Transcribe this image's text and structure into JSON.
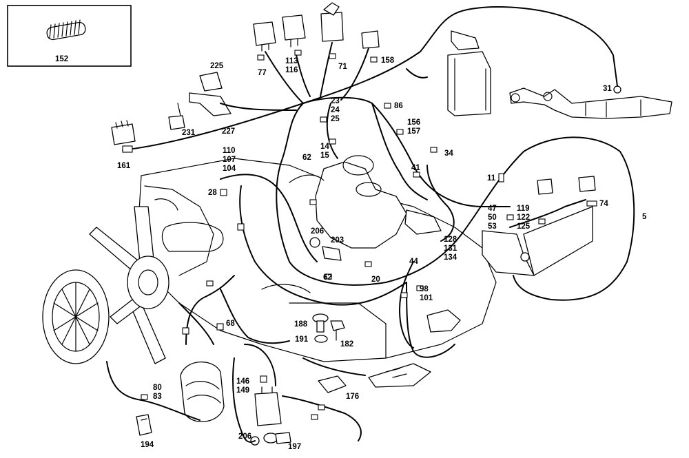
{
  "callouts": {
    "c152": "152",
    "c225": "225",
    "c77": "77",
    "c113": "113",
    "c116": "116",
    "c71": "71",
    "c158": "158",
    "c31": "31",
    "c23": "23",
    "c24": "24",
    "c25": "25",
    "c86": "86",
    "c231": "231",
    "c227": "227",
    "c161": "161",
    "c110": "110",
    "c107": "107",
    "c104": "104",
    "c14": "14",
    "c15": "15",
    "c62a": "62",
    "c156": "156",
    "c157": "157",
    "c34": "34",
    "c41": "41",
    "c11": "11",
    "c28": "28",
    "c74": "74",
    "c5": "5",
    "c47": "47",
    "c50": "50",
    "c53": "53",
    "c119": "119",
    "c122": "122",
    "c125": "125",
    "c206a": "206",
    "c203": "203",
    "c128": "128",
    "c131": "131",
    "c134": "134",
    "c62b": "62",
    "c44": "44",
    "c20": "20",
    "c98": "98",
    "c101": "101",
    "c68": "68",
    "c188": "188",
    "c191": "191",
    "c182": "182",
    "c146": "146",
    "c149": "149",
    "c176": "176",
    "c80": "80",
    "c83": "83",
    "c194": "194",
    "c206b": "206",
    "c197": "197"
  }
}
